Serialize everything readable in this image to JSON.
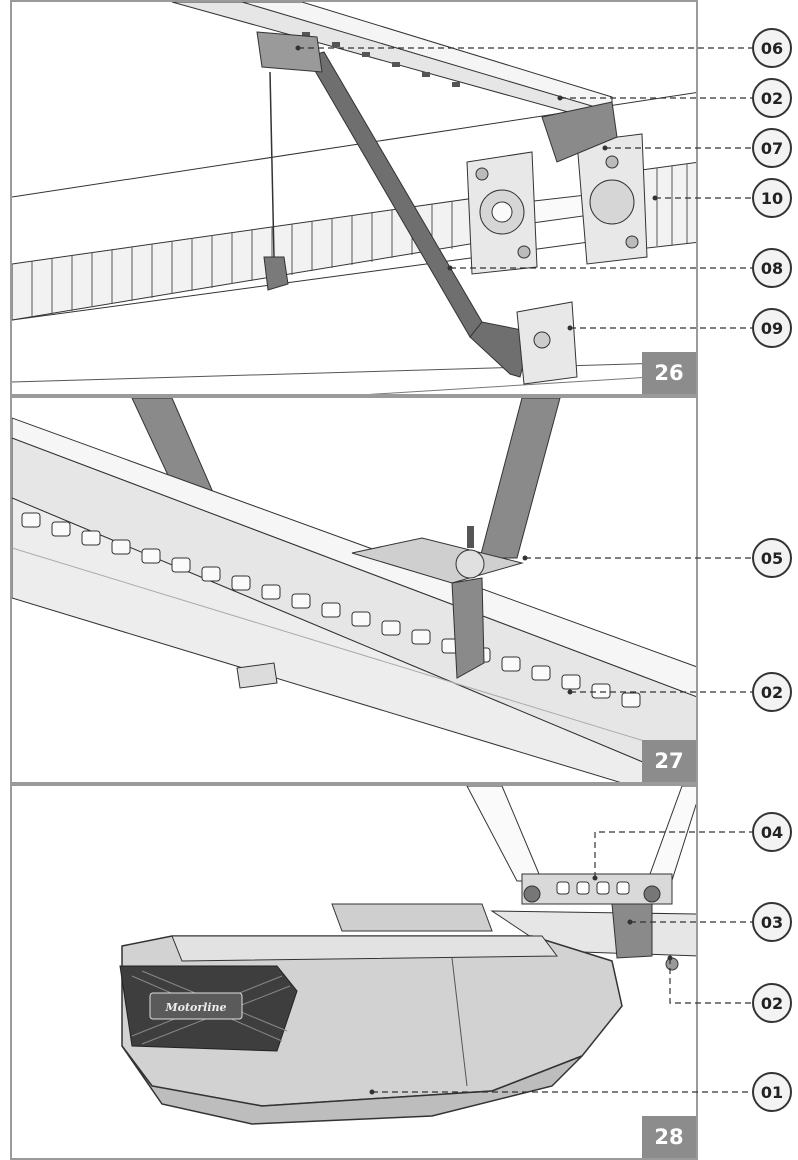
{
  "figures": [
    {
      "number": "26",
      "callouts": [
        "06",
        "02",
        "07",
        "10",
        "08",
        "09"
      ]
    },
    {
      "number": "27",
      "callouts": [
        "05",
        "02"
      ]
    },
    {
      "number": "28",
      "callouts": [
        "04",
        "03",
        "02",
        "01"
      ]
    }
  ],
  "product": {
    "brand": "Motorline"
  },
  "colors": {
    "frame": "#9a9a9a",
    "label_bg": "#8c8c8c",
    "metal": "#6f6f6f",
    "rail": "#e6e6e6"
  }
}
